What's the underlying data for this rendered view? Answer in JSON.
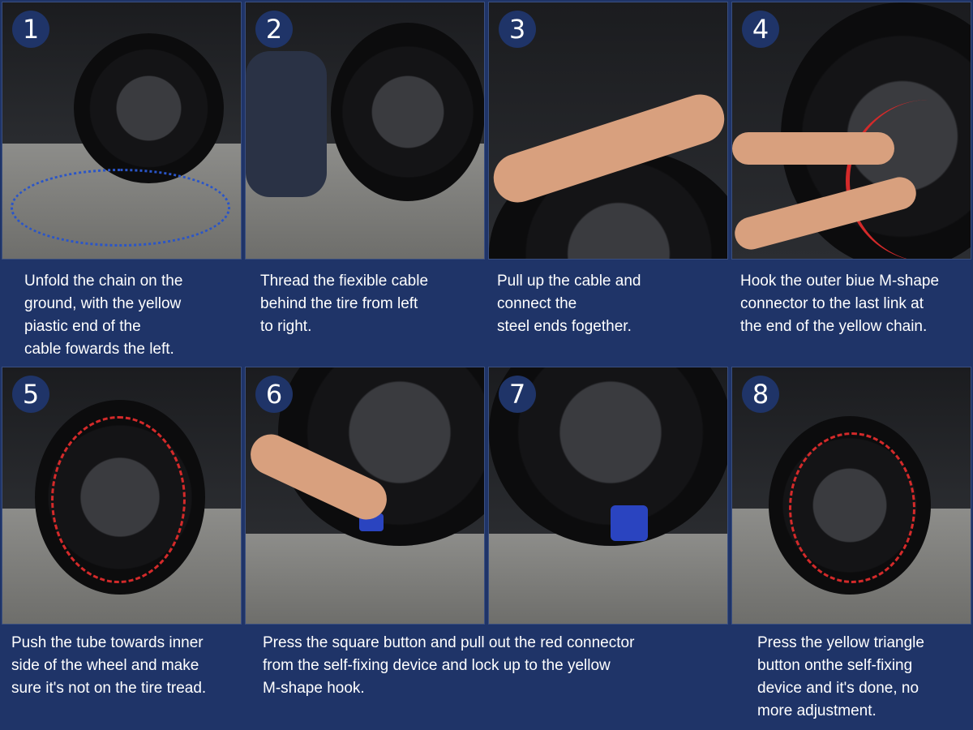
{
  "colors": {
    "background": "#1f3468",
    "text": "#ffffff"
  },
  "steps": [
    {
      "number": "1",
      "caption": "Unfold the chain on the\nground, with the yellow\npiastic end of the\ncable fowards the left."
    },
    {
      "number": "2",
      "caption": "Thread the fiexible cable\nbehind the tire from left\nto right."
    },
    {
      "number": "3",
      "caption": "Pull up the cable and\nconnect the\nsteel ends fogether."
    },
    {
      "number": "4",
      "caption": "Hook the outer biue M-shape\nconnector to the last link at\nthe end of the yellow chain."
    },
    {
      "number": "5",
      "caption": "Push the tube towards inner\nside of the wheel and make\nsure it's not on the tire tread."
    },
    {
      "number": "6"
    },
    {
      "number": "7",
      "caption": "Press the square button and pull out the red connector\nfrom the self-fixing device and lock up to the yellow\nM-shape hook."
    },
    {
      "number": "8",
      "caption": "Press the yellow triangle\nbutton onthe self-fixing\ndevice and it's done, no\nmore adjustment."
    }
  ]
}
